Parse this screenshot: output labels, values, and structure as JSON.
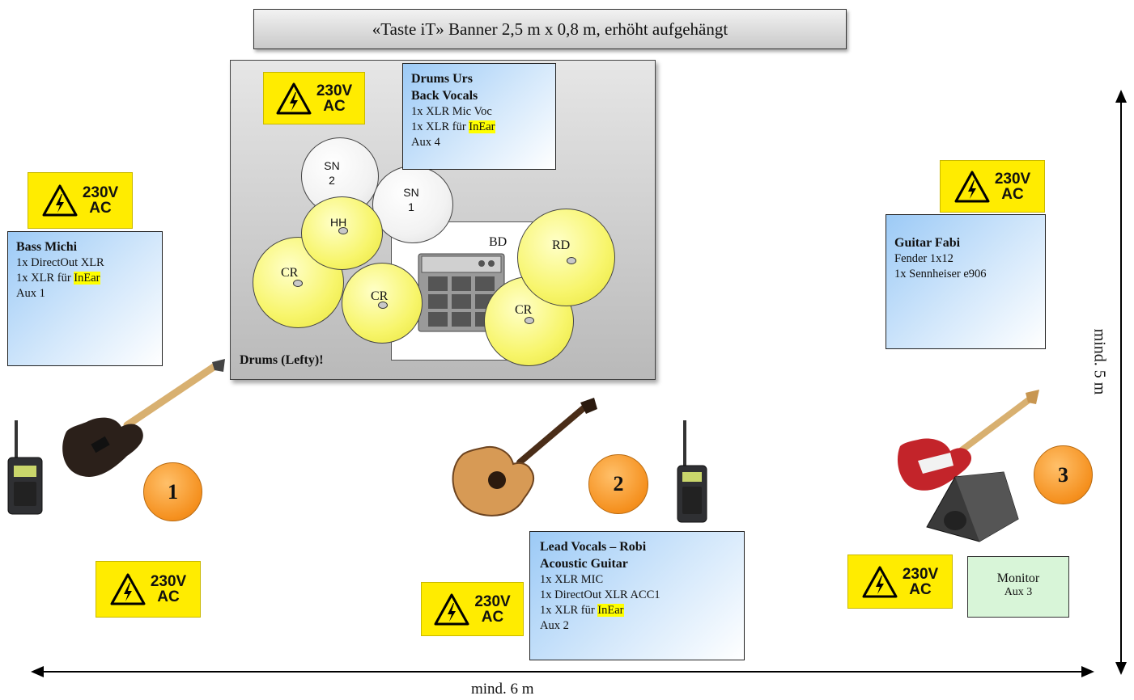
{
  "banner": "«Taste iT» Banner 2,5 m x 0,8 m, erhöht aufgehängt",
  "power": {
    "line1": "230V",
    "line2": "AC"
  },
  "drums": {
    "area_label": "Drums (Lefty)!",
    "box": {
      "title1": "Drums Urs",
      "title2": "Back Vocals",
      "l1": "1x XLR Mic Voc",
      "l2": "1x XLR für ",
      "l2_hl": "InEar",
      "l3": "Aux 4"
    },
    "kit": {
      "sn2a": "SN",
      "sn2b": "2",
      "sn1a": "SN",
      "sn1b": "1",
      "hh": "HH",
      "cr_left": "CR",
      "cr_mid": "CR",
      "cr_right": "CR",
      "rd": "RD",
      "bd": "BD"
    }
  },
  "bass": {
    "title": "Bass Michi",
    "l1": "1x DirectOut XLR",
    "l2": "1x XLR für ",
    "l2_hl": "InEar",
    "l3": "Aux 1"
  },
  "guitar": {
    "title": "Guitar Fabi",
    "l1": "Fender  1x12",
    "l2": "1x Sennheiser e906"
  },
  "lead": {
    "title1": "Lead Vocals – Robi",
    "title2": "Acoustic Guitar",
    "l1": "1x XLR MIC",
    "l2": "1x DirectOut XLR  ACC1",
    "l3": "1x XLR für ",
    "l3_hl": "InEar",
    "l4": "Aux 2"
  },
  "monitor": {
    "title": "Monitor",
    "aux": "Aux 3"
  },
  "positions": [
    "1",
    "2",
    "3"
  ],
  "dimensions": {
    "width": "mind. 6 m",
    "depth": "mind. 5 m"
  }
}
